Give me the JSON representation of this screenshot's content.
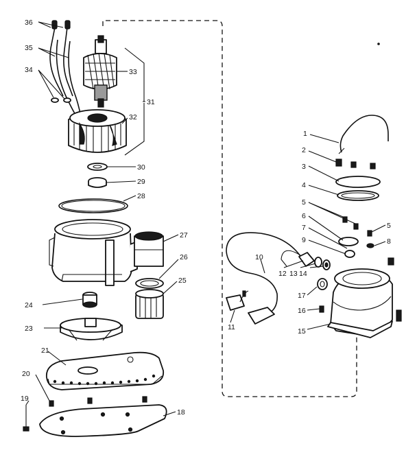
{
  "callouts": [
    {
      "id": "c36",
      "label": "36"
    },
    {
      "id": "c35",
      "label": "35"
    },
    {
      "id": "c34",
      "label": "34"
    },
    {
      "id": "c33",
      "label": "33"
    },
    {
      "id": "c31",
      "label": "31"
    },
    {
      "id": "c32",
      "label": "32"
    },
    {
      "id": "c30",
      "label": "30"
    },
    {
      "id": "c29",
      "label": "29"
    },
    {
      "id": "c28",
      "label": "28"
    },
    {
      "id": "c27",
      "label": "27"
    },
    {
      "id": "c26",
      "label": "26"
    },
    {
      "id": "c25",
      "label": "25"
    },
    {
      "id": "c24",
      "label": "24"
    },
    {
      "id": "c23",
      "label": "23"
    },
    {
      "id": "c21",
      "label": "21"
    },
    {
      "id": "c20",
      "label": "20"
    },
    {
      "id": "c19",
      "label": "19"
    },
    {
      "id": "c18",
      "label": "18"
    },
    {
      "id": "c1",
      "label": "1"
    },
    {
      "id": "c2",
      "label": "2"
    },
    {
      "id": "c3",
      "label": "3"
    },
    {
      "id": "c4",
      "label": "4"
    },
    {
      "id": "c5a",
      "label": "5"
    },
    {
      "id": "c5b",
      "label": "5"
    },
    {
      "id": "c6",
      "label": "6"
    },
    {
      "id": "c7",
      "label": "7"
    },
    {
      "id": "c8",
      "label": "8"
    },
    {
      "id": "c9",
      "label": "9"
    },
    {
      "id": "c10",
      "label": "10"
    },
    {
      "id": "c11",
      "label": "11"
    },
    {
      "id": "c12",
      "label": "12"
    },
    {
      "id": "c13",
      "label": "13"
    },
    {
      "id": "c14",
      "label": "14"
    },
    {
      "id": "c17",
      "label": "17"
    },
    {
      "id": "c16",
      "label": "16"
    },
    {
      "id": "c15",
      "label": "15"
    }
  ]
}
